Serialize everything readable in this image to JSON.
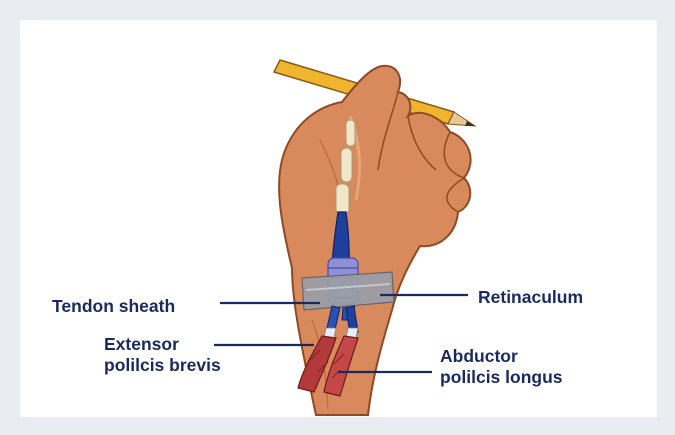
{
  "labels": {
    "tendon_sheath": "Tendon sheath",
    "retinaculum": "Retinaculum",
    "extensor": [
      "Extensor",
      "polilcis brevis"
    ],
    "abductor": [
      "Abductor",
      "polilcis longus"
    ]
  },
  "colors": {
    "label_text": "#1b2a5e",
    "leader_line": "#1b2a5e",
    "background": "#e9ecf1",
    "card": "#ffffff",
    "skin": "#d98a5c",
    "pencil": "#f0b52e",
    "tendon_blue": "#1f3f9a",
    "sheath_purple": "#8f8fd8",
    "retinaculum_gray": "#9a9ea6",
    "muscle_red": "#b43a3a"
  }
}
